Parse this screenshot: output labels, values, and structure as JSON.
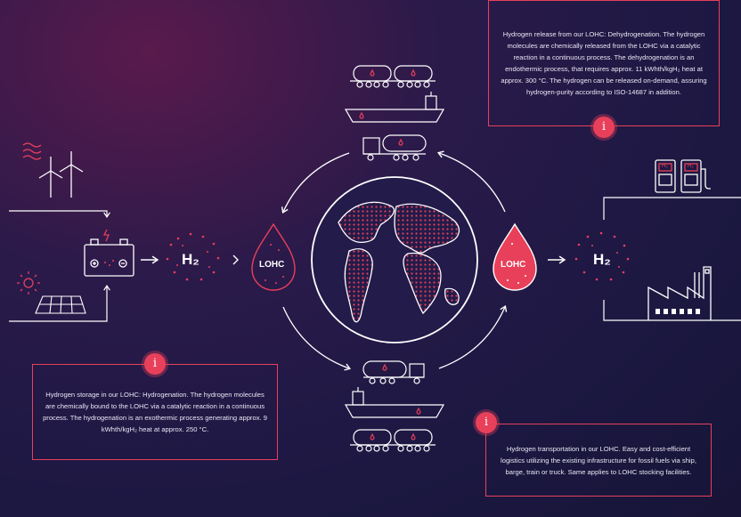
{
  "colors": {
    "accent": "#e8405a",
    "line": "#ffffff"
  },
  "boxes": {
    "dehydrogenation": "Hydrogen release from our LOHC: Dehydrogenation. The hydrogen molecules are chemically released from the LOHC via a catalytic reaction in a continuous process. The dehydrogenation is an endothermic process, that requires approx. 11 kWhth/kgH₂ heat at approx. 300 °C. The hydrogen can be released on-demand, assuring hydrogen-purity according to ISO-14687 in addition.",
    "hydrogenation": "Hydrogen storage in our LOHC: Hydrogenation. The hydrogen molecules are chemically bound to the LOHC via a catalytic reaction in a continuous process. The hydrogenation is an exothermic process generating approx. 9 kWhth/kgH₂ heat at approx. 250 °C.",
    "transportation": "Hydrogen transportation in our LOHC. Easy and cost-efficient logistics utilizing the existing infrastructure for fossil fuels via ship, barge, train or truck. Same applies to LOHC stocking facilities."
  },
  "info_glyph": "i",
  "labels": {
    "h2_left": "H₂",
    "h2_right": "H₂",
    "lohc_left": "LOHC",
    "lohc_right": "LOHC",
    "pump1": "H₂",
    "pump2": "H₂"
  },
  "icons": [
    "wind-turbine-icon",
    "solar-panel-icon",
    "sun-icon",
    "wind-icon",
    "battery-icon",
    "train-icon",
    "ship-icon",
    "truck-icon",
    "globe-icon",
    "fuel-pump-icon",
    "factory-icon",
    "droplet-icon",
    "info-icon"
  ]
}
